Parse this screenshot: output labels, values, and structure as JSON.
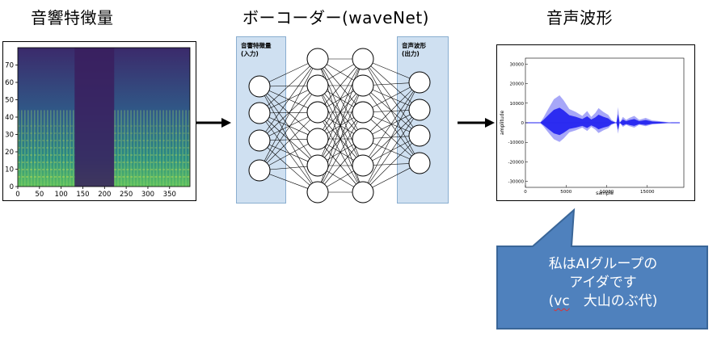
{
  "headings": {
    "features": "音響特徴量",
    "vocoder": "ボーコーダー(waveNet)",
    "waveform": "音声波形"
  },
  "spectrogram": {
    "x_ticks": [
      "0",
      "50",
      "100",
      "150",
      "200",
      "250",
      "300",
      "350"
    ],
    "y_ticks": [
      "0",
      "10",
      "20",
      "30",
      "40",
      "50",
      "60",
      "70"
    ]
  },
  "network": {
    "input_label": "音響特徴量\n(入力)",
    "output_label": "音声波形\n(出力)"
  },
  "waveform_plot": {
    "x_ticks": [
      "0",
      "5000",
      "10000",
      "15000"
    ],
    "y_ticks": [
      "30000",
      "20000",
      "10000",
      "0",
      "-10000",
      "-20000",
      "-30000"
    ],
    "xlabel": "sample",
    "ylabel": "amplitude"
  },
  "callout": {
    "line1": "私はAIグループの",
    "line2": "アイダです",
    "line3_prefix": "(",
    "line3_vc": "vc",
    "line3_rest": "　大山のぶ代)"
  },
  "colors": {
    "box_fill": "#cfe0f1",
    "callout_fill": "#4f81bd",
    "wave": "#1f1ff0"
  }
}
